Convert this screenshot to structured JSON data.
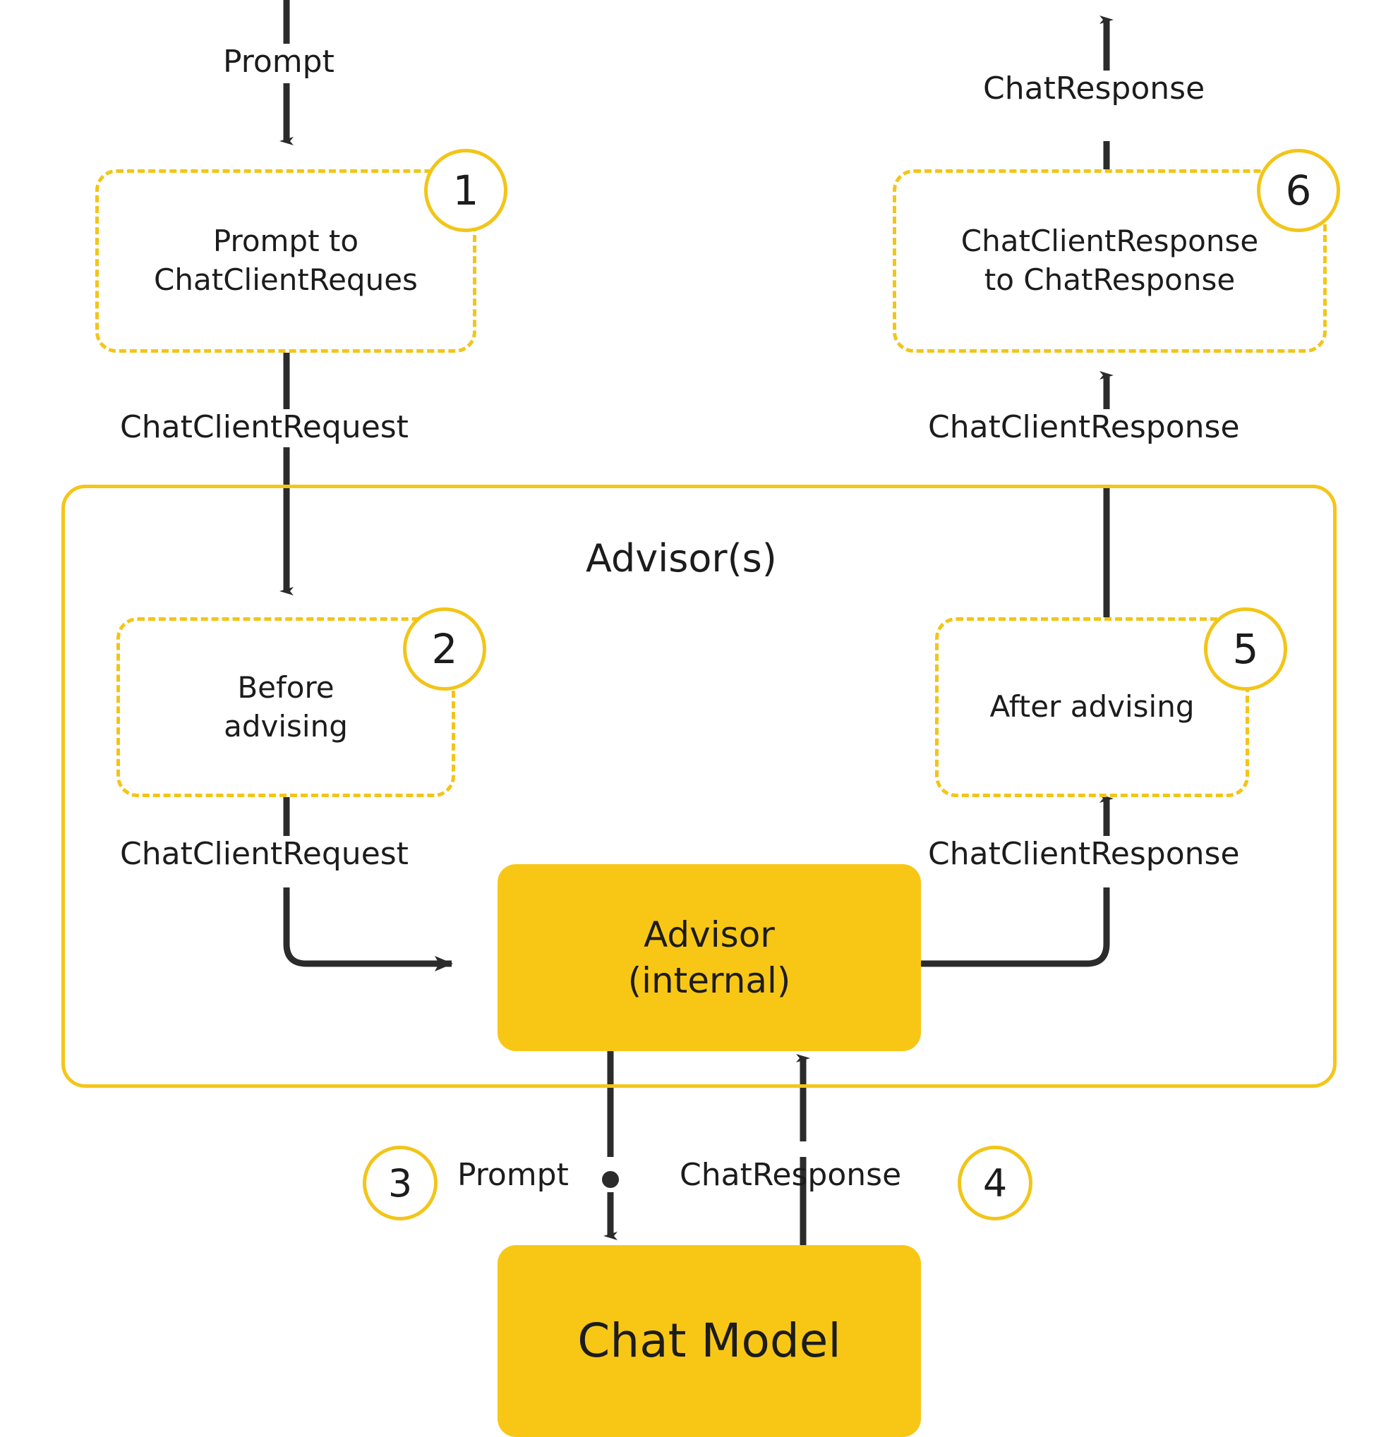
{
  "diagram": {
    "title": "Spring AI Advisor chain flow",
    "accent_color": "#F5C518",
    "fill_color": "#F8C716",
    "line_color": "#2b2b2b",
    "background": "#ffffff"
  },
  "section": {
    "advisors_label": "Advisor(s)"
  },
  "nodes": {
    "step1": {
      "number": "1",
      "line1": "Prompt to",
      "line2": "ChatClientReques"
    },
    "step2": {
      "number": "2",
      "line1": "Before",
      "line2": "advising"
    },
    "step3": {
      "number": "3"
    },
    "step4": {
      "number": "4"
    },
    "step5": {
      "number": "5",
      "line1": "After advising",
      "line2": ""
    },
    "step6": {
      "number": "6",
      "line1": "ChatClientResponse",
      "line2": "to ChatResponse"
    },
    "advisor_internal": {
      "line1": "Advisor",
      "line2": "(internal)"
    },
    "chat_model": {
      "label": "Chat Model"
    }
  },
  "edges": {
    "in_prompt": "Prompt",
    "out_chatresponse": "ChatResponse",
    "req_to_advisors": "ChatClientRequest",
    "resp_from_advisors": "ChatClientResponse",
    "req_to_advisor_internal": "ChatClientRequest",
    "resp_from_advisor_internal": "ChatClientResponse",
    "model_prompt": "Prompt",
    "model_response": "ChatResponse"
  }
}
